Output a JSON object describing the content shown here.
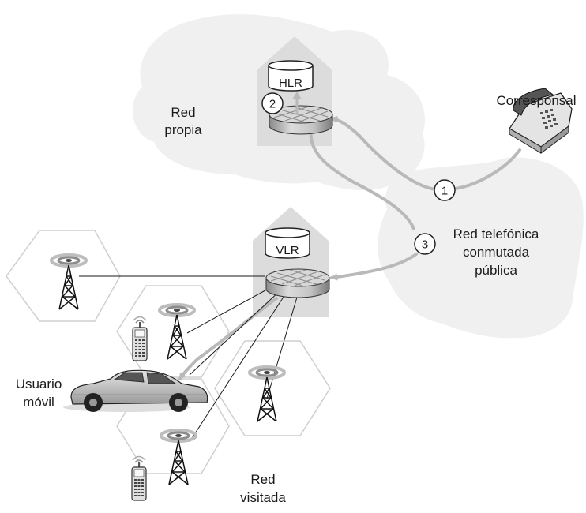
{
  "labels": {
    "home_network": [
      "Red",
      "propia"
    ],
    "correspondent": "Corresponsal",
    "pstn": [
      "Red telefónica",
      "conmutada",
      "pública"
    ],
    "mobile_user": [
      "Usuario",
      "móvil"
    ],
    "visited_network": [
      "Red",
      "visitada"
    ]
  },
  "databases": {
    "hlr": "HLR",
    "vlr": "VLR"
  },
  "steps": [
    "1",
    "2",
    "3"
  ],
  "colors": {
    "cloud": "#f0f0f0",
    "building": "#dcdcdc",
    "arrow": "#b9b9b9",
    "hexagon": "#cfcfcf",
    "line": "#1a1a1a"
  },
  "icons": [
    "tower-icon",
    "phone-icon",
    "car-icon",
    "cellphone-icon",
    "switch-icon",
    "database-icon"
  ]
}
